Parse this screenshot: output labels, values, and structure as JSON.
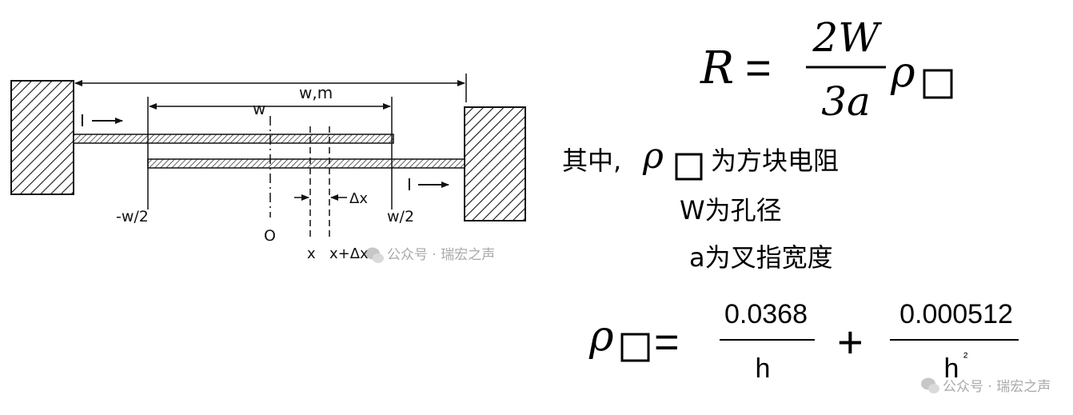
{
  "diagram": {
    "label_wm": "w,m",
    "label_w": "w",
    "label_current_left": "I",
    "label_current_right": "I",
    "label_neg_half": "-w/2",
    "label_pos_half": "w/2",
    "label_origin": "O",
    "label_x": "x",
    "label_x_dx": "x+Δx",
    "label_dx": "Δx"
  },
  "formula_r": {
    "lhs": "R",
    "eq": "=",
    "numerator": "2W",
    "denominator": "3a",
    "rho": "ρ",
    "square": "□"
  },
  "definitions": {
    "prefix": "其中,",
    "rho": "ρ",
    "square": "□",
    "rho_meaning": "为方块电阻",
    "w_line": "W为孔径",
    "a_line": "a为叉指宽度"
  },
  "formula_rho": {
    "rho": "ρ",
    "square": "□",
    "eq": "=",
    "numerator1": "0.0368",
    "denominator1": "h",
    "plus": "+",
    "numerator2": "0.000512",
    "denominator2": "h",
    "exponent": "²"
  },
  "watermark": {
    "text": "公众号 · 瑞宏之声"
  }
}
